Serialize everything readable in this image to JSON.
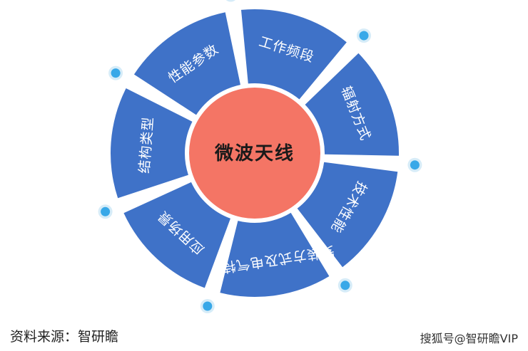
{
  "diagram": {
    "center": "微波天线",
    "segments": [
      "工作频段",
      "辐射方式",
      "技术性能",
      "安装方式及电气特性",
      "应用场景",
      "结构类型",
      "性能参数"
    ],
    "colors": {
      "segment": "#3F72C8",
      "center": "#F47565",
      "dot": "#38A8E8",
      "dot_halo": "#D6ECF8"
    }
  },
  "footer": {
    "source": "资料来源：智研瞻",
    "watermark": "搜狐号@智研瞻VIP"
  }
}
